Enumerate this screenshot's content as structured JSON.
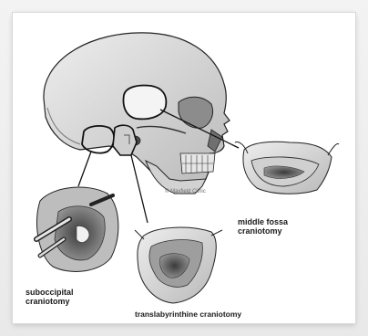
{
  "diagram": {
    "labels": {
      "middle_fossa_line1": "middle fossa",
      "middle_fossa_line2": "craniotomy",
      "suboccipital_line1": "suboccipital",
      "suboccipital_line2": "craniotomy",
      "translabyrinthine": "translabyrinthine craniotomy",
      "watermark": "© Mayfield Clinic"
    },
    "colors": {
      "frame": "#ececec",
      "line": "#111111",
      "bone": "#d8d8d8"
    }
  }
}
